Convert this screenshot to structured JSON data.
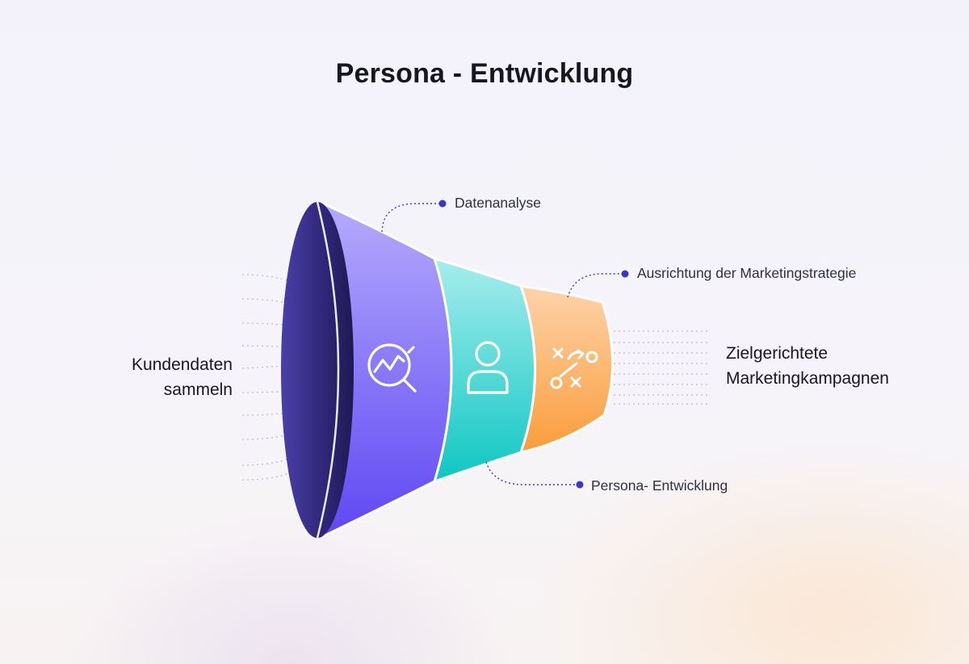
{
  "title": "Persona - Entwicklung",
  "input_label": {
    "line1": "Kundendaten",
    "line2": "sammeln"
  },
  "output_label": {
    "line1": "Zielgerichtete",
    "line2": "Marketingkampagnen"
  },
  "stages": [
    {
      "label": "Datenanalyse",
      "icon": "chart-magnifier-icon",
      "color_top": "#b3a8fb",
      "color_bottom": "#6048f2"
    },
    {
      "label": "Persona- Entwicklung",
      "icon": "person-icon",
      "color_top": "#a3ecec",
      "color_bottom": "#10c7c3"
    },
    {
      "label": "Ausrichtung der Marketingstrategie",
      "icon": "strategy-play-icon",
      "color_top": "#fcd0a6",
      "color_bottom": "#fb9e3f"
    }
  ],
  "colors": {
    "funnel_mouth": "#3a2f8a",
    "callout_dot": "#3d34c8",
    "title_text": "#16171f"
  }
}
